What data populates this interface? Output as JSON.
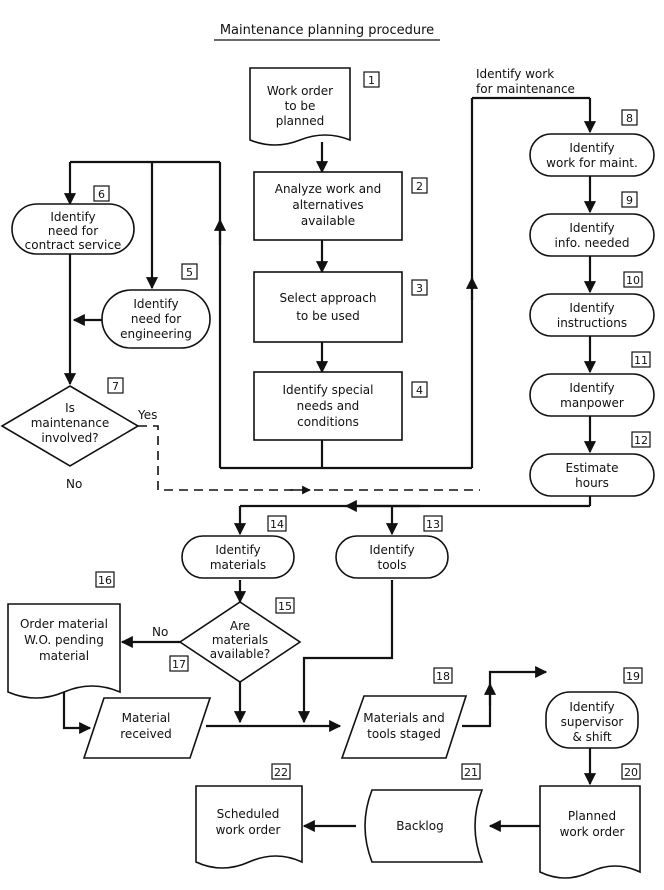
{
  "title": "Maintenance planning procedure",
  "nodes": {
    "n1": {
      "num": "1",
      "lines": [
        "Work order",
        "to be",
        "planned"
      ]
    },
    "n2": {
      "num": "2",
      "lines": [
        "Analyze work and",
        "alternatives",
        "available"
      ]
    },
    "n3": {
      "num": "3",
      "lines": [
        "Select approach",
        "to be used"
      ]
    },
    "n4": {
      "num": "4",
      "lines": [
        "Identify special",
        "needs and",
        "conditions"
      ]
    },
    "n5": {
      "num": "5",
      "lines": [
        "Identify",
        "need for",
        "engineering"
      ]
    },
    "n6": {
      "num": "6",
      "lines": [
        "Identify",
        "need for",
        "contract service"
      ]
    },
    "n7": {
      "num": "7",
      "lines": [
        "Is",
        "maintenance",
        "involved?"
      ]
    },
    "n8": {
      "num": "8",
      "lines": [
        "Identify",
        "work for maint."
      ]
    },
    "n9": {
      "num": "9",
      "lines": [
        "Identify",
        "info. needed"
      ]
    },
    "n10": {
      "num": "10",
      "lines": [
        "Identify",
        "instructions"
      ]
    },
    "n11": {
      "num": "11",
      "lines": [
        "Identify",
        "manpower"
      ]
    },
    "n12": {
      "num": "12",
      "lines": [
        "Estimate",
        "hours"
      ]
    },
    "n13": {
      "num": "13",
      "lines": [
        "Identify",
        "tools"
      ]
    },
    "n14": {
      "num": "14",
      "lines": [
        "Identify",
        "materials"
      ]
    },
    "n15": {
      "num": "15",
      "lines": [
        "Are",
        "materials",
        "available?"
      ]
    },
    "n16": {
      "num": "16",
      "lines": [
        "Order material",
        "W.O. pending",
        "material"
      ]
    },
    "n17": {
      "num": "17",
      "lines": [
        "Material",
        "received"
      ]
    },
    "n18": {
      "num": "18",
      "lines": [
        "Materials and",
        "tools staged"
      ]
    },
    "n19": {
      "num": "19",
      "lines": [
        "Identify",
        "supervisor",
        "& shift"
      ]
    },
    "n20": {
      "num": "20",
      "lines": [
        "Planned",
        "work order"
      ]
    },
    "n21": {
      "num": "21",
      "lines": [
        "Backlog"
      ]
    },
    "n22": {
      "num": "22",
      "lines": [
        "Scheduled",
        "work order"
      ]
    }
  },
  "labels": {
    "yes": "Yes",
    "no_decision7": "No",
    "no_decision15": "No",
    "identify_work_header": [
      "Identify work",
      "for maintenance"
    ]
  }
}
